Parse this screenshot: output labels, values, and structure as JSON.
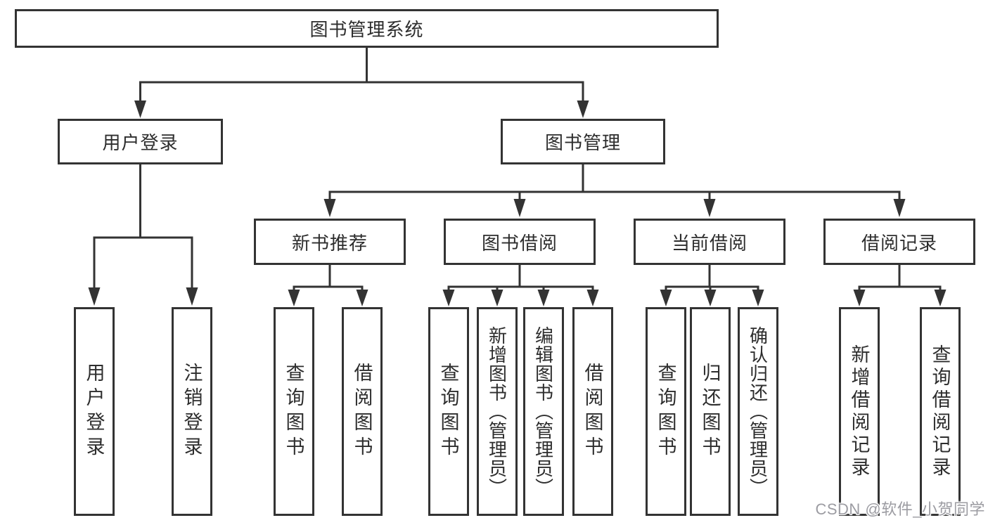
{
  "diagram": {
    "type": "tree",
    "title": "图书管理系统",
    "line_color": "#333333",
    "text_color": "#2d2d2d",
    "box_background": "#ffffff",
    "nodes": {
      "root": "图书管理系统",
      "user_login": "用户登录",
      "book_mgmt": "图书管理",
      "new_book_rec": "新书推荐",
      "book_borrow": "图书借阅",
      "current_borrow": "当前借阅",
      "borrow_records": "借阅记录",
      "leaf_user_login": "用户登录",
      "leaf_logout": "注销登录",
      "rec_query_books": "查询图书",
      "rec_borrow_books": "借阅图书",
      "bb_query_books": "查询图书",
      "bb_add_books": "新增图书（管理员）",
      "bb_edit_books": "编辑图书（管理员）",
      "bb_borrow_books": "借阅图书",
      "cb_query_books": "查询图书",
      "cb_return_books": "归还图书",
      "cb_confirm_return": "确认归还（管理员）",
      "br_add_record": "新增借阅记录",
      "br_query_record": "查询借阅记录"
    },
    "hierarchy": [
      {
        "parent": "图书管理系统",
        "children": [
          "用户登录",
          "图书管理"
        ]
      },
      {
        "parent": "用户登录",
        "children": [
          "用户登录",
          "注销登录"
        ]
      },
      {
        "parent": "图书管理",
        "children": [
          "新书推荐",
          "图书借阅",
          "当前借阅",
          "借阅记录"
        ]
      },
      {
        "parent": "新书推荐",
        "children": [
          "查询图书",
          "借阅图书"
        ]
      },
      {
        "parent": "图书借阅",
        "children": [
          "查询图书",
          "新增图书（管理员）",
          "编辑图书（管理员）",
          "借阅图书"
        ]
      },
      {
        "parent": "当前借阅",
        "children": [
          "查询图书",
          "归还图书",
          "确认归还（管理员）"
        ]
      },
      {
        "parent": "借阅记录",
        "children": [
          "新增借阅记录",
          "查询借阅记录"
        ]
      }
    ]
  },
  "watermark": "CSDN @软件_小贺同学"
}
